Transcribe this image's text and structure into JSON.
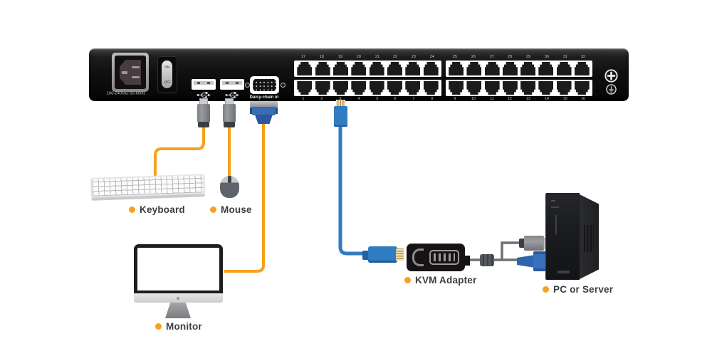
{
  "kvm_switch": {
    "power_rating": "100-240Vac 50-60Hz",
    "power_switch": {
      "on": "ON",
      "off": "OFF"
    },
    "daisy_chain_label": "Daisy-chain in",
    "port_numbers": {
      "group1_top": [
        "17",
        "18",
        "19",
        "20",
        "21",
        "22",
        "23",
        "24"
      ],
      "group1_bottom": [
        "1",
        "2",
        "3",
        "4",
        "5",
        "6",
        "7",
        "8"
      ],
      "group2_top": [
        "25",
        "26",
        "27",
        "28",
        "29",
        "30",
        "31",
        "32"
      ],
      "group2_bottom": [
        "9",
        "10",
        "11",
        "12",
        "13",
        "14",
        "15",
        "16"
      ]
    }
  },
  "devices": {
    "keyboard": {
      "label": "Keyboard"
    },
    "mouse": {
      "label": "Mouse"
    },
    "monitor": {
      "label": "Monitor"
    },
    "kvm_adapter": {
      "label": "KVM Adapter"
    },
    "pc_or_server": {
      "label": "PC or Server"
    }
  },
  "icons": {
    "usb": "usb-trident-icon",
    "chassis_screw": "phillips-screw-icon",
    "grounding": "ground-terminal-icon"
  },
  "colors": {
    "peripheral_cable_orange": "#F5A11D",
    "cat5_cable_blue": "#2F7CC1",
    "adapter_cable_gray": "#6D7073",
    "label_bullet": "#F6A21E",
    "label_text": "#3C3D3F"
  }
}
